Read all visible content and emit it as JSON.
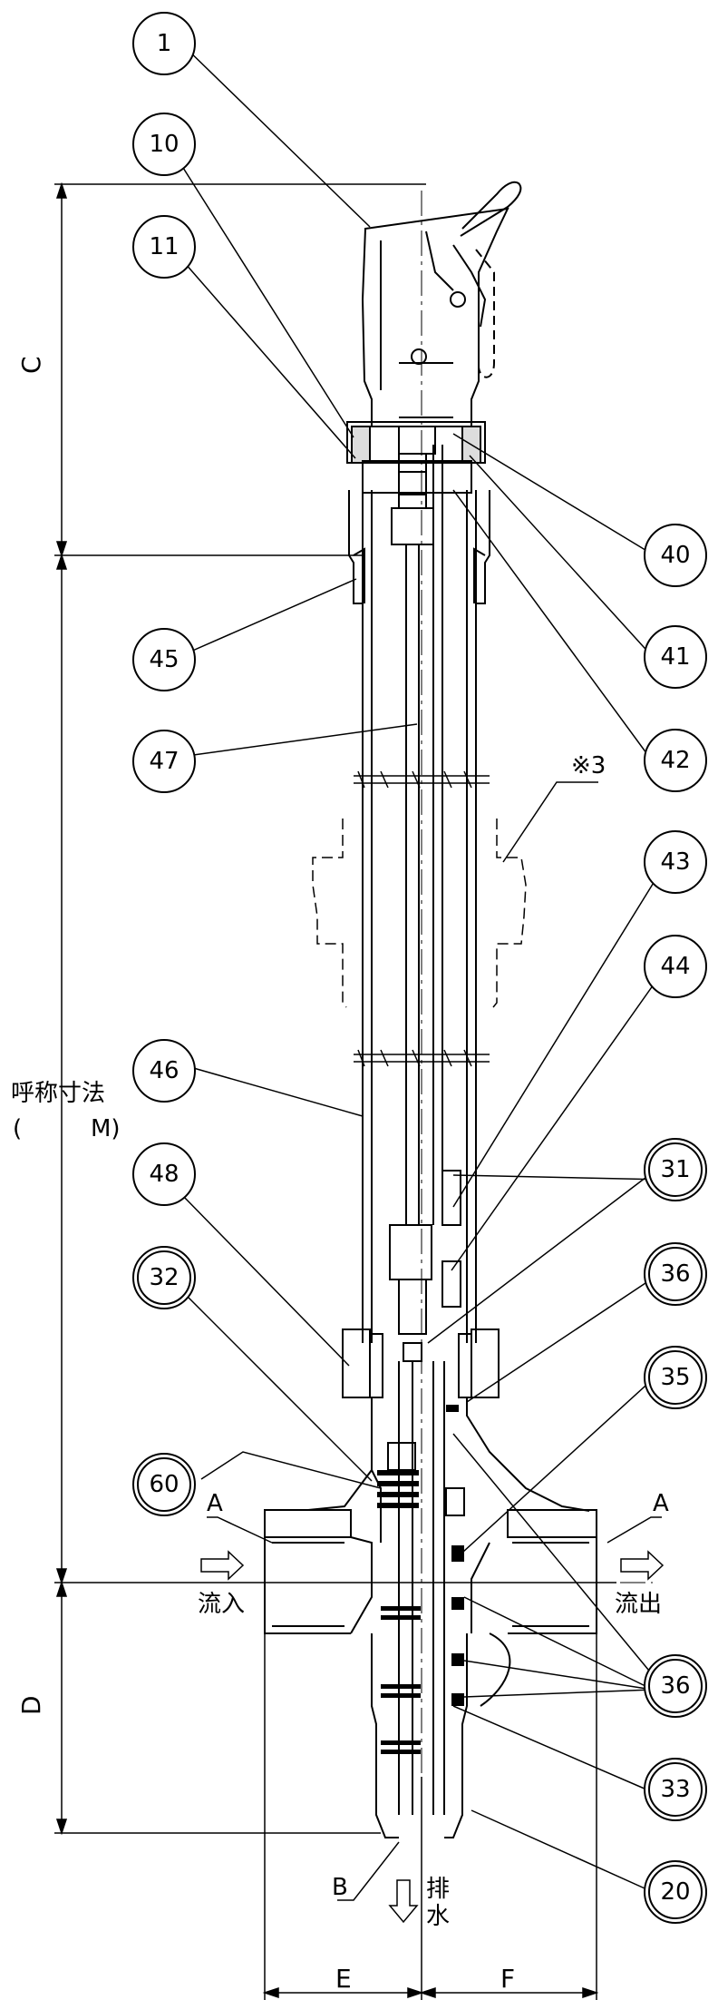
{
  "callouts": {
    "c1": "1",
    "c10": "10",
    "c11": "11",
    "c45": "45",
    "c47": "47",
    "c46": "46",
    "c48": "48",
    "c32": "32",
    "c60": "60",
    "c40": "40",
    "c41": "41",
    "c42": "42",
    "c43": "43",
    "c44": "44",
    "c31": "31",
    "c36a": "36",
    "c35": "35",
    "c36b": "36",
    "c33": "33",
    "c20": "20"
  },
  "dimensions": {
    "c": "C",
    "d": "D",
    "e": "E",
    "f": "F",
    "nominal_line1": "呼称寸法",
    "nominal_open": "(",
    "nominal_close": "M)"
  },
  "labels": {
    "note3": "※3",
    "section_a_left": "A",
    "section_a_right": "A",
    "inflow": "流入",
    "outflow": "流出",
    "b": "B",
    "drain_1": "排",
    "drain_2": "水"
  }
}
